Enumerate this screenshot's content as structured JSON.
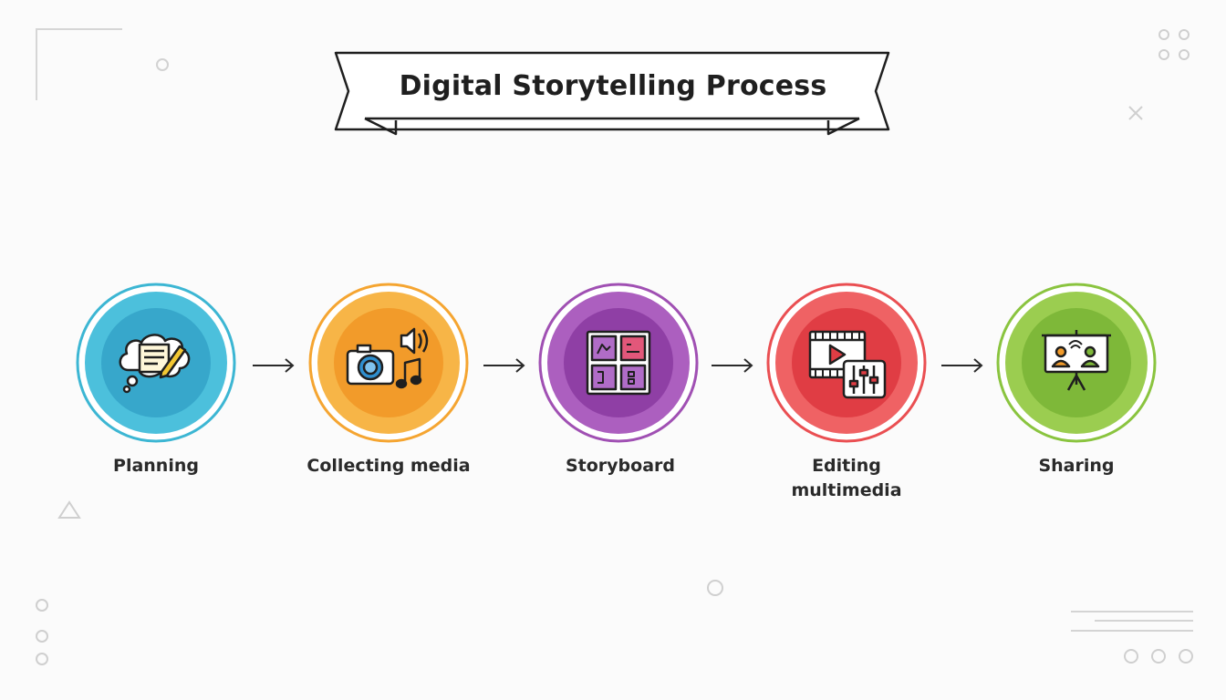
{
  "title": "Digital Storytelling Process",
  "steps": [
    {
      "label": "Planning",
      "icon": "thought-bubble-document-icon",
      "color": "#3cb6d3"
    },
    {
      "label": "Collecting media",
      "icon": "camera-music-icon",
      "color": "#f5a531"
    },
    {
      "label": "Storyboard",
      "icon": "storyboard-grid-icon",
      "color": "#a050b3"
    },
    {
      "label": "Editing multimedia",
      "icon": "film-editing-icon",
      "color": "#ea4f52"
    },
    {
      "label": "Sharing",
      "icon": "presentation-screen-icon",
      "color": "#8ac43f"
    }
  ]
}
